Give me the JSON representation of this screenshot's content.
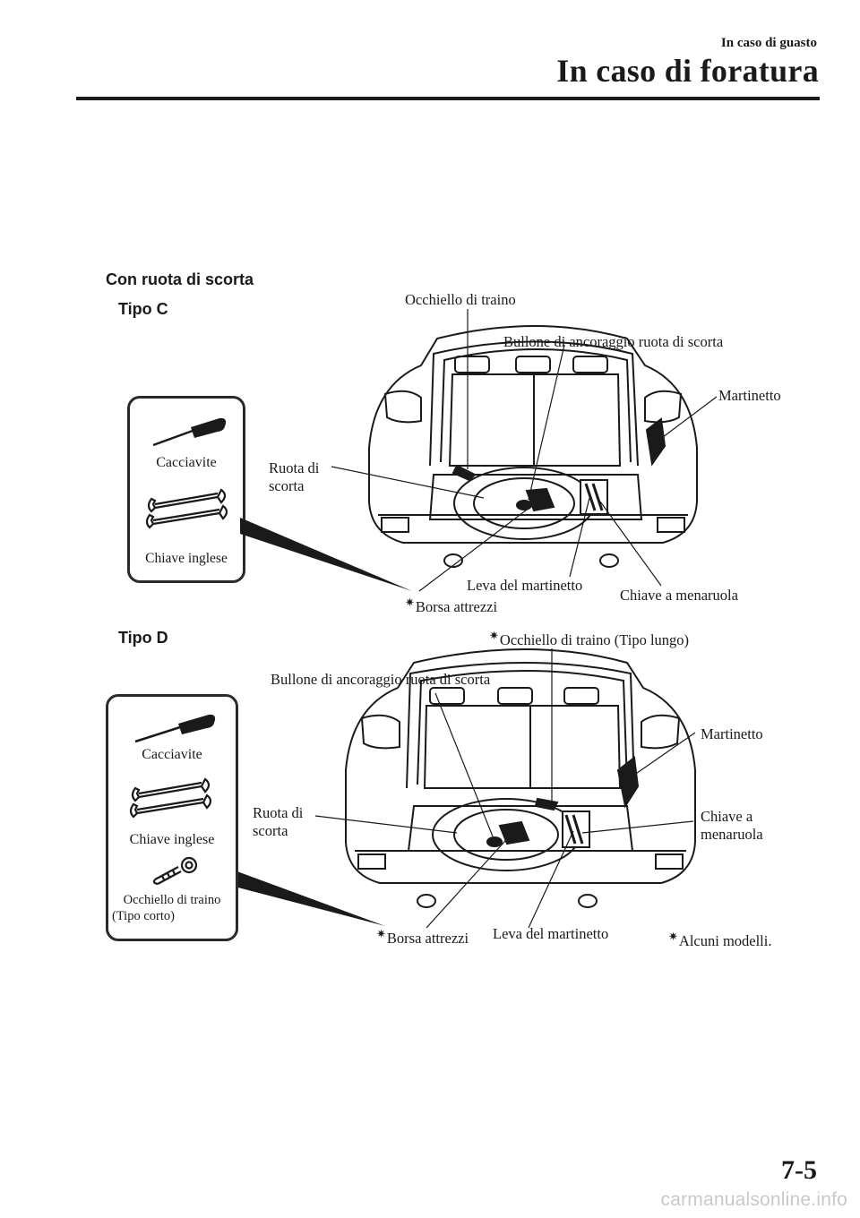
{
  "header": {
    "chapter": "In caso di guasto",
    "title": "In caso di foratura"
  },
  "section_title": "Con ruota di scorta",
  "type_c": {
    "title": "Tipo C",
    "labels": {
      "tow_hook": "Occhiello di traino",
      "anchor_bolt": "Bullone di ancoraggio ruota di scorta",
      "jack": "Martinetto",
      "spare_wheel_l1": "Ruota di",
      "spare_wheel_l2": "scorta",
      "jack_lever": "Leva del martinetto",
      "tool_bag": "Borsa attrezzi",
      "lug_wrench": "Chiave a menaruola"
    },
    "tools": {
      "screwdriver": "Cacciavite",
      "wrench": "Chiave inglese"
    }
  },
  "type_d": {
    "title": "Tipo D",
    "labels": {
      "tow_hook_long": "Occhiello di traino (Tipo lungo)",
      "anchor_bolt": "Bullone di ancoraggio ruota di scorta",
      "jack": "Martinetto",
      "spare_wheel_l1": "Ruota di",
      "spare_wheel_l2": "scorta",
      "lug_wrench_l1": "Chiave a",
      "lug_wrench_l2": "menaruola",
      "tool_bag": "Borsa attrezzi",
      "jack_lever": "Leva del martinetto"
    },
    "tools": {
      "screwdriver": "Cacciavite",
      "wrench": "Chiave inglese",
      "tow_hook_short_l1": "Occhiello di traino",
      "tow_hook_short_l2": "(Tipo corto)"
    }
  },
  "footnote": "Alcuni modelli.",
  "asterisk": "✷",
  "page_number": "7-5",
  "watermark": "carmanualsonline.info"
}
